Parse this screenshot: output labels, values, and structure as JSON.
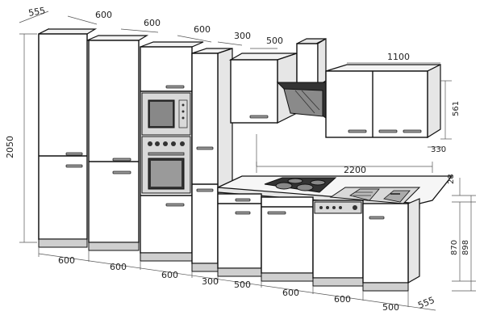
{
  "dimensions": {
    "top": [
      "555",
      "600",
      "600",
      "600",
      "300",
      "500",
      "1100"
    ],
    "bottom": [
      "600",
      "600",
      "600",
      "300",
      "500",
      "600",
      "600",
      "500",
      "555"
    ],
    "left_height": "2050",
    "wall_right": [
      "561",
      "330"
    ],
    "worktop_width": "2200",
    "worktop_thickness": "28",
    "base_heights": [
      "870",
      "898"
    ]
  },
  "colors": {
    "line": "#111111",
    "front": "#ffffff",
    "side": "#e6e6e6",
    "plinth": "#cfcfcf"
  }
}
